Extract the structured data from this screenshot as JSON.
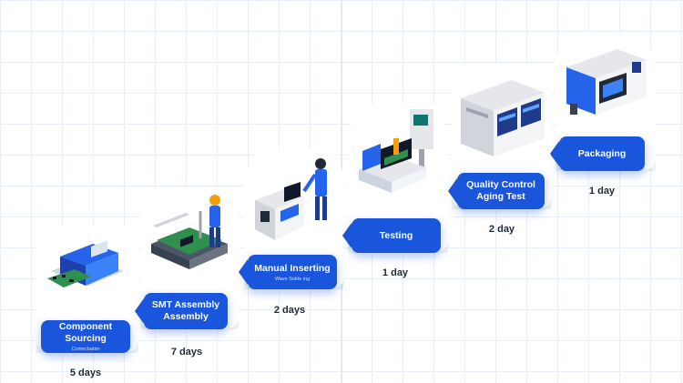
{
  "steps": [
    {
      "title": "Component Sourcing",
      "subtitle": "Comecbatim",
      "duration": "5 days"
    },
    {
      "title": "SMT Assembly Assembly",
      "subtitle": "",
      "duration": "7 days"
    },
    {
      "title": "Manual Inserting",
      "subtitle": "Wave Solde ing",
      "duration": "2 days"
    },
    {
      "title": "Testing",
      "subtitle": "",
      "duration": "1 day"
    },
    {
      "title": "Quality Control Aging Test",
      "subtitle": "",
      "duration": "2 day"
    },
    {
      "title": "Packaging",
      "subtitle": "",
      "duration": "1 day"
    }
  ],
  "colors": {
    "accent": "#1a56db",
    "machine_blue": "#2563eb",
    "pcb_green": "#2f8f4e"
  }
}
